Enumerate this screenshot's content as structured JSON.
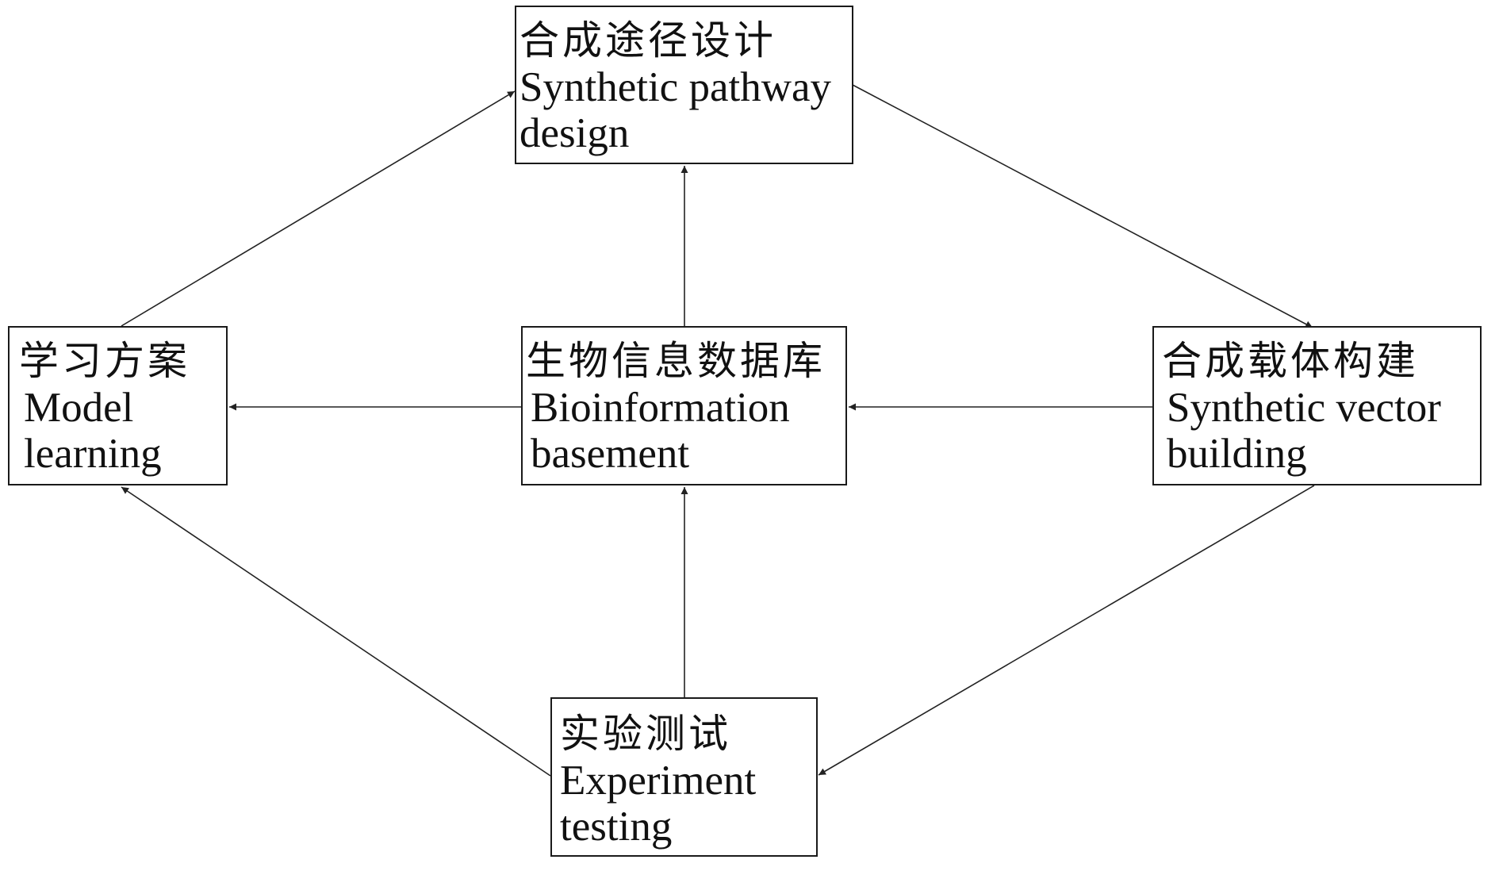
{
  "diagram": {
    "type": "flowchart-cycle",
    "nodes": [
      {
        "id": "top",
        "label_zh": "合成途径设计",
        "label_en": [
          "Synthetic pathway",
          "design"
        ]
      },
      {
        "id": "left",
        "label_zh": "学习方案",
        "label_en": [
          "Model",
          "learning"
        ]
      },
      {
        "id": "center",
        "label_zh": "生物信息数据库",
        "label_en": [
          "Bioinformation",
          "basement"
        ]
      },
      {
        "id": "right",
        "label_zh": "合成载体构建",
        "label_en": [
          "Synthetic vector",
          "building"
        ]
      },
      {
        "id": "bottom",
        "label_zh": "实验测试",
        "label_en": [
          "Experiment",
          "testing"
        ]
      }
    ],
    "edges": [
      {
        "from": "left",
        "to": "top"
      },
      {
        "from": "top",
        "to": "right"
      },
      {
        "from": "right",
        "to": "bottom"
      },
      {
        "from": "bottom",
        "to": "left"
      },
      {
        "from": "center",
        "to": "top"
      },
      {
        "from": "bottom",
        "to": "center"
      },
      {
        "from": "center",
        "to": "left"
      },
      {
        "from": "right",
        "to": "center"
      }
    ],
    "colors": {
      "line": "#222222",
      "border": "#1a1a1a",
      "background": "#ffffff",
      "text": "#111111"
    }
  }
}
